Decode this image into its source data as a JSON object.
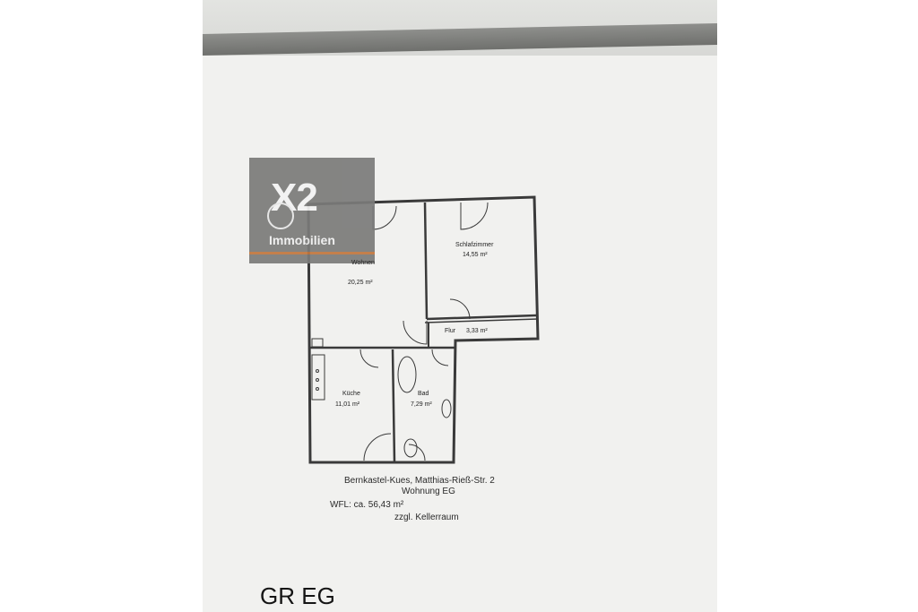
{
  "logo": {
    "mark": "X2",
    "word": "Immobilien",
    "accent_color": "#c1763e"
  },
  "rooms": {
    "wohnen": {
      "name": "Wohnen",
      "area": "20,25 m²"
    },
    "schlafzimmer": {
      "name": "Schlafzimmer",
      "area": "14,55 m²"
    },
    "flur": {
      "name": "Flur",
      "area": "3,33 m²"
    },
    "kueche": {
      "name": "Küche",
      "area": "11,01 m²"
    },
    "bad": {
      "name": "Bad",
      "area": "7,29 m²"
    }
  },
  "caption": {
    "address": "Bernkastel-Kues, Matthias-Rieß-Str. 2",
    "unit": "Wohnung EG",
    "living_area": "WFL: ca. 56,43 m²",
    "extra": "zzgl. Kellerraum"
  },
  "plan_title": "GR EG"
}
